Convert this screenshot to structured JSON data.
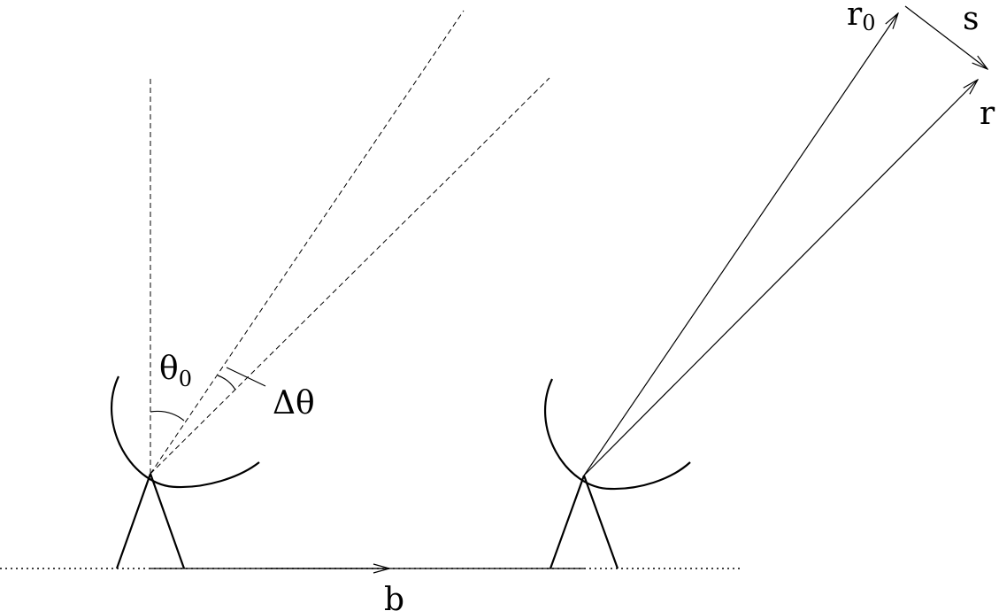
{
  "diagram": {
    "labels": {
      "theta": "θ",
      "theta_sub": "0",
      "delta_theta": "Δθ",
      "baseline": "b",
      "r0": "r",
      "r0_sub": "0",
      "s": "s",
      "r": "r"
    },
    "colors": {
      "ink": "#000000",
      "background": "#ffffff"
    }
  }
}
